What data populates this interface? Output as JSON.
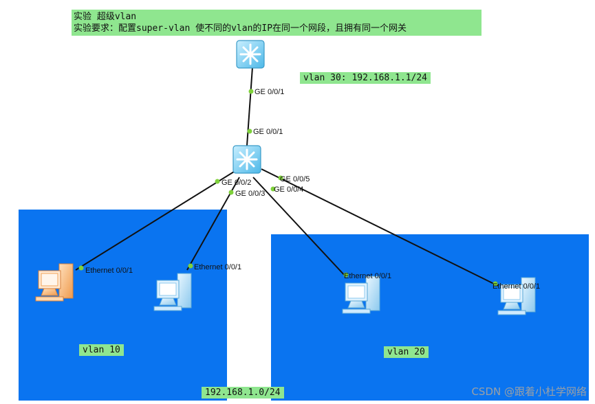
{
  "title": {
    "line1": "实验  超级vlan",
    "line2": "实验要求：配置super-vlan 使不同的vlan的IP在同一个网段，且拥有同一个网关"
  },
  "tags": {
    "vlan30": "vlan 30: 192.168.1.1/24",
    "vlan10": "vlan 10",
    "vlan20": "vlan 20",
    "subnet": "192.168.1.0/24"
  },
  "ports": {
    "core_ge1": "GE 0/0/1",
    "access_ge1": "GE 0/0/1",
    "access_ge2": "GE 0/0/2",
    "access_ge3": "GE 0/0/3",
    "access_ge4": "GE 0/0/4",
    "access_ge5": "GE 0/0/5",
    "pc1_eth": "Ethernet 0/0/1",
    "pc2_eth": "Ethernet 0/0/1",
    "pc3_eth": "Ethernet 0/0/1",
    "pc4_eth": "Ethernet 0/0/1"
  },
  "watermark": "CSDN @跟着小杜学网络",
  "colors": {
    "zone_blue": "#0a74f0",
    "note_green": "#8fe68f",
    "port_dot": "#7fd13b",
    "switch_cyan": "#7fd3f3",
    "pc_orange": "#f2a45a",
    "pc_blue": "#a8daf5"
  }
}
